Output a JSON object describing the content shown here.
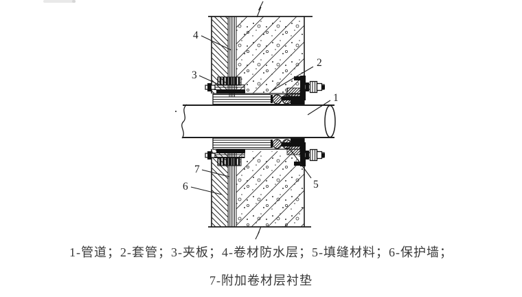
{
  "colors": {
    "ink": "#1d1d1d",
    "caption_text": "#3a3a3a",
    "paper": "#ffffff",
    "scrollbar": "#e9e9e9"
  },
  "figure": {
    "labels": {
      "l1": "1",
      "l2": "2",
      "l3": "3",
      "l4": "4",
      "l5": "5",
      "l6": "6",
      "l7": "7"
    }
  },
  "caption": {
    "line1": "1-管道；2-套管；3-夹板；4-卷材防水层；5-填缝材料；6-保护墙；",
    "line2": "7-附加卷材层衬垫"
  }
}
